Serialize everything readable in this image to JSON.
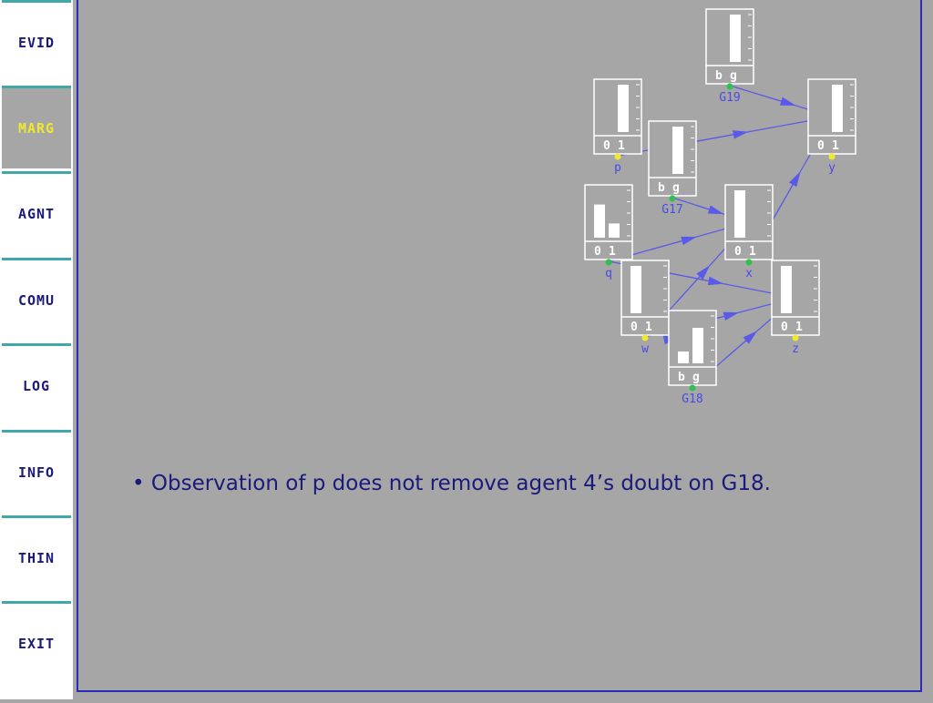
{
  "sidebar": {
    "items": [
      {
        "label": "EVID"
      },
      {
        "label": "MARG",
        "active": true
      },
      {
        "label": "AGNT"
      },
      {
        "label": "COMU"
      },
      {
        "label": "LOG"
      },
      {
        "label": "INFO"
      },
      {
        "label": "THIN"
      },
      {
        "label": "EXIT"
      }
    ]
  },
  "main": {
    "observation": "• Observation of p does not remove agent 4’s doubt on G18."
  },
  "network": {
    "nodes": [
      {
        "id": "G19",
        "label": "G19",
        "states": [
          "b",
          "g"
        ],
        "values": [
          0.0,
          1.0
        ],
        "dot": "green"
      },
      {
        "id": "p",
        "label": "p",
        "states": [
          "0",
          "1"
        ],
        "values": [
          0.0,
          1.0
        ],
        "dot": "yellow"
      },
      {
        "id": "y",
        "label": "y",
        "states": [
          "0",
          "1"
        ],
        "values": [
          0.0,
          1.0
        ],
        "dot": "yellow"
      },
      {
        "id": "G17",
        "label": "G17",
        "states": [
          "b",
          "g"
        ],
        "values": [
          0.0,
          1.0
        ],
        "dot": "green"
      },
      {
        "id": "q",
        "label": "q",
        "states": [
          "0",
          "1"
        ],
        "values": [
          0.7,
          0.3
        ],
        "dot": "green"
      },
      {
        "id": "x",
        "label": "x",
        "states": [
          "0",
          "1"
        ],
        "values": [
          1.0,
          0.0
        ],
        "dot": "green"
      },
      {
        "id": "w",
        "label": "w",
        "states": [
          "0",
          "1"
        ],
        "values": [
          1.0,
          0.0
        ],
        "dot": "yellow"
      },
      {
        "id": "z",
        "label": "z",
        "states": [
          "0",
          "1"
        ],
        "values": [
          1.0,
          0.0
        ],
        "dot": "yellow"
      },
      {
        "id": "G18",
        "label": "G18",
        "states": [
          "b",
          "g"
        ],
        "values": [
          0.25,
          0.75
        ],
        "dot": "green"
      }
    ],
    "arcs": [
      {
        "from": "G19",
        "to": "y"
      },
      {
        "from": "p",
        "to": "y"
      },
      {
        "from": "x",
        "to": "y"
      },
      {
        "from": "G17",
        "to": "x"
      },
      {
        "from": "q",
        "to": "x"
      },
      {
        "from": "w",
        "to": "x"
      },
      {
        "from": "w",
        "to": "z"
      },
      {
        "from": "q",
        "to": "z"
      },
      {
        "from": "G18",
        "to": "w"
      },
      {
        "from": "G18",
        "to": "z"
      }
    ]
  },
  "colors": {
    "background": "#a6a6a6",
    "sidebar_active_text": "#f0e830",
    "sidebar_text": "#1a1a7a",
    "sidebar_separator": "#40a8a8",
    "panel_border": "#2a2ab8",
    "arc": "#5a5ae8",
    "dot_green": "#30c050",
    "dot_yellow": "#f0e830"
  }
}
